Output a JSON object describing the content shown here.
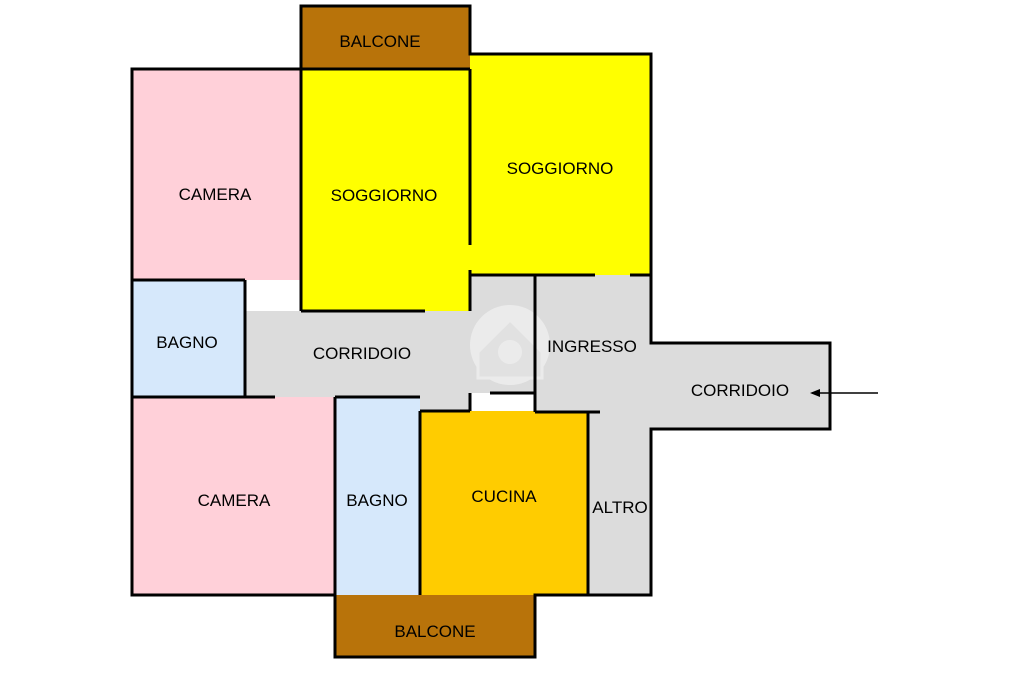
{
  "colors": {
    "camera": "#ffd0d9",
    "bagno": "#d6e8fb",
    "soggiorno": "#ffff00",
    "corridoio": "#dcdcdc",
    "cucina": "#ffcc00",
    "balcone": "#b8730a",
    "wall": "#000000"
  },
  "rooms": {
    "balcone_top": "BALCONE",
    "camera_top": "CAMERA",
    "soggiorno_left": "SOGGIORNO",
    "soggiorno_right": "SOGGIORNO",
    "bagno_left": "BAGNO",
    "corridoio_inner": "CORRIDOIO",
    "ingresso": "INGRESSO",
    "corridoio_outer": "CORRIDOIO",
    "camera_bottom": "CAMERA",
    "bagno_bottom": "BAGNO",
    "cucina": "CUCINA",
    "altro": "ALTRO",
    "balcone_bottom": "BALCONE"
  },
  "markers": {
    "entrance_arrow": "entrance-arrow-icon",
    "watermark": "house-logo-watermark"
  }
}
